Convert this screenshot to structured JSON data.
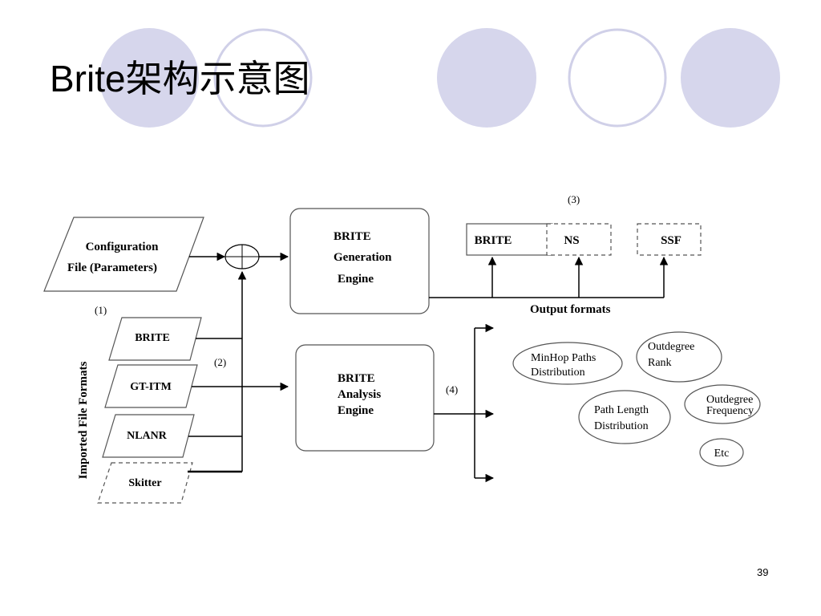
{
  "slide": {
    "title": "Brite架构示意图",
    "page_number": "39",
    "decor_colors": {
      "filled": "#d6d6ec",
      "outline": "#d0d0e8"
    }
  },
  "diagram": {
    "config_file": {
      "line1": "Configuration",
      "line2": "File (Parameters)"
    },
    "label_1": "(1)",
    "label_2": "(2)",
    "label_3": "(3)",
    "label_4": "(4)",
    "generation_engine": {
      "line1": "BRITE",
      "line2": "Generation",
      "line3": "Engine"
    },
    "analysis_engine": {
      "line1": "BRITE",
      "line2": "Analysis",
      "line3": "Engine"
    },
    "output_formats": {
      "title": "Output formats",
      "items": [
        "BRITE",
        "NS",
        "SSF"
      ]
    },
    "imported_formats": {
      "title": "Imported File Formats",
      "items": [
        "BRITE",
        "GT-ITM",
        "NLANR",
        "Skitter"
      ]
    },
    "analysis_results": {
      "minhop": {
        "line1": "MinHop Paths",
        "line2": "Distribution"
      },
      "outdegree_rank": {
        "line1": "Outdegree",
        "line2": "Rank"
      },
      "outdegree_freq": {
        "line1": "Outdegree",
        "line2": "Frequency"
      },
      "path_length": {
        "line1": "Path Length",
        "line2": "Distribution"
      },
      "etc": "Etc"
    }
  }
}
